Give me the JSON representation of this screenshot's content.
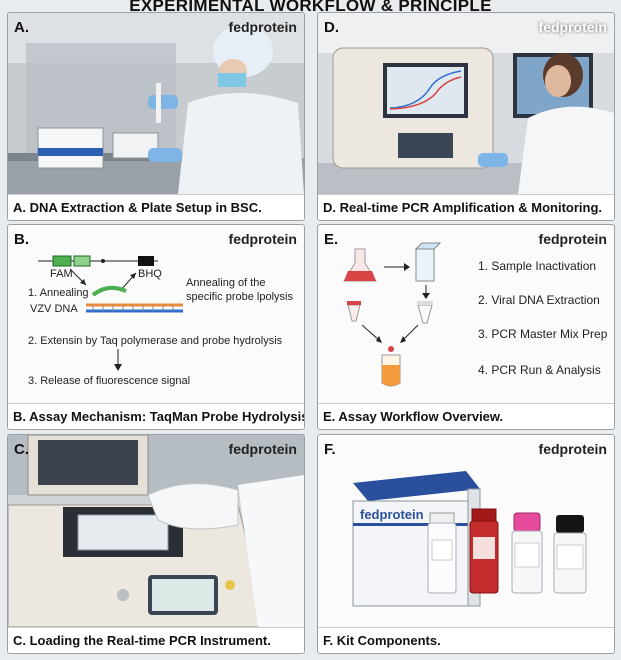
{
  "title": "EXPERIMENTAL WORKFLOW & PRINCIPLE",
  "brand": "fedprotein",
  "panels": {
    "a": {
      "letter": "A.",
      "caption": "A. DNA Extraction & Plate Setup in BSC."
    },
    "d": {
      "letter": "D.",
      "caption": "D. Real-time PCR Amplification & Monitoring."
    },
    "b": {
      "letter": "B.",
      "caption": "B. Assay Mechanism: TaqMan Probe Hydrolysis.",
      "fam": "FAM",
      "bhq": "BHQ",
      "annealing": "1. Annealing",
      "annealing_note_1": "Annealing of the",
      "annealing_note_2": "specific probe lpolysis",
      "vzv": "VZV DNA",
      "extension": "2. Extensin by Taq polymerase and probe hydrolysis",
      "release": "3. Release of fluorescence signal"
    },
    "e": {
      "letter": "E.",
      "caption": "E. Assay Workflow Overview.",
      "steps": [
        "1. Sample Inactivation",
        "2. Viral DNA Extraction",
        "3. PCR Master Mix Prep",
        "4. PCR Run & Analysis"
      ]
    },
    "c": {
      "letter": "C.",
      "caption": "C. Loading the Real-time PCR Instrument."
    },
    "f": {
      "letter": "F.",
      "caption": "F. Kit Components.",
      "box_brand": "fedprotein"
    }
  },
  "colors": {
    "background": "#e9ecef",
    "fam_green": "#4caf50",
    "bhq_black": "#111111",
    "dna_orange": "#e88a3a",
    "dna_blue": "#2e6fd1",
    "flask_red": "#d84343",
    "tube_orange": "#f39c3d",
    "box_blue": "#2a4f9c"
  }
}
